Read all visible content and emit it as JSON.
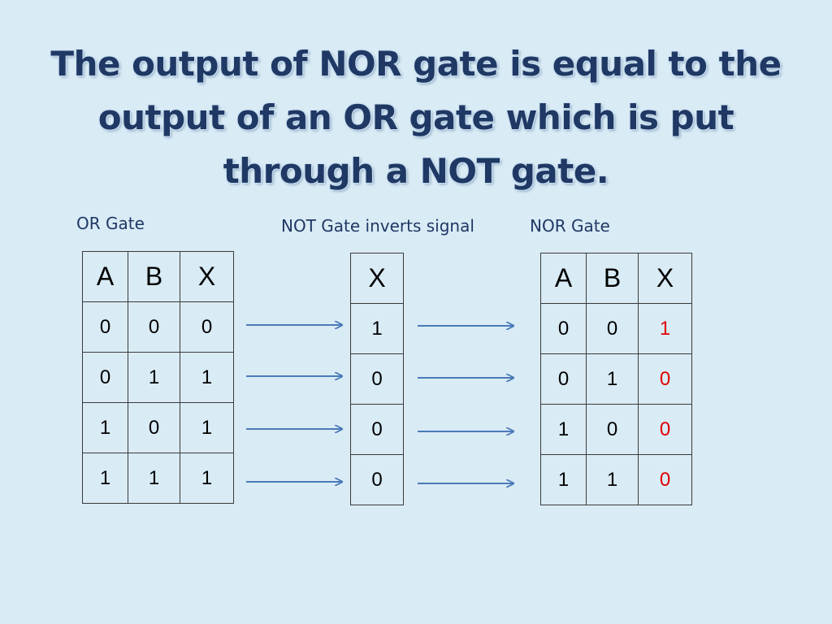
{
  "title": "The output of NOR gate is equal to the output of an OR gate which is put through a NOT gate.",
  "captions": {
    "or": "OR Gate",
    "not": "NOT Gate inverts signal",
    "nor": "NOR Gate"
  },
  "or_table": {
    "headers": [
      "A",
      "B",
      "X"
    ],
    "rows": [
      [
        "0",
        "0",
        "0"
      ],
      [
        "0",
        "1",
        "1"
      ],
      [
        "1",
        "0",
        "1"
      ],
      [
        "1",
        "1",
        "1"
      ]
    ]
  },
  "not_table": {
    "headers": [
      "X"
    ],
    "rows": [
      [
        "1"
      ],
      [
        "0"
      ],
      [
        "0"
      ],
      [
        "0"
      ]
    ]
  },
  "nor_table": {
    "headers": [
      "A",
      "B",
      "X"
    ],
    "rows": [
      [
        "0",
        "0",
        "1"
      ],
      [
        "0",
        "1",
        "0"
      ],
      [
        "1",
        "0",
        "0"
      ],
      [
        "1",
        "1",
        "0"
      ]
    ]
  },
  "colors": {
    "background": "#d9ebf5",
    "title": "#1f3864",
    "arrow": "#4a7ab8",
    "highlight": "#e00000"
  }
}
